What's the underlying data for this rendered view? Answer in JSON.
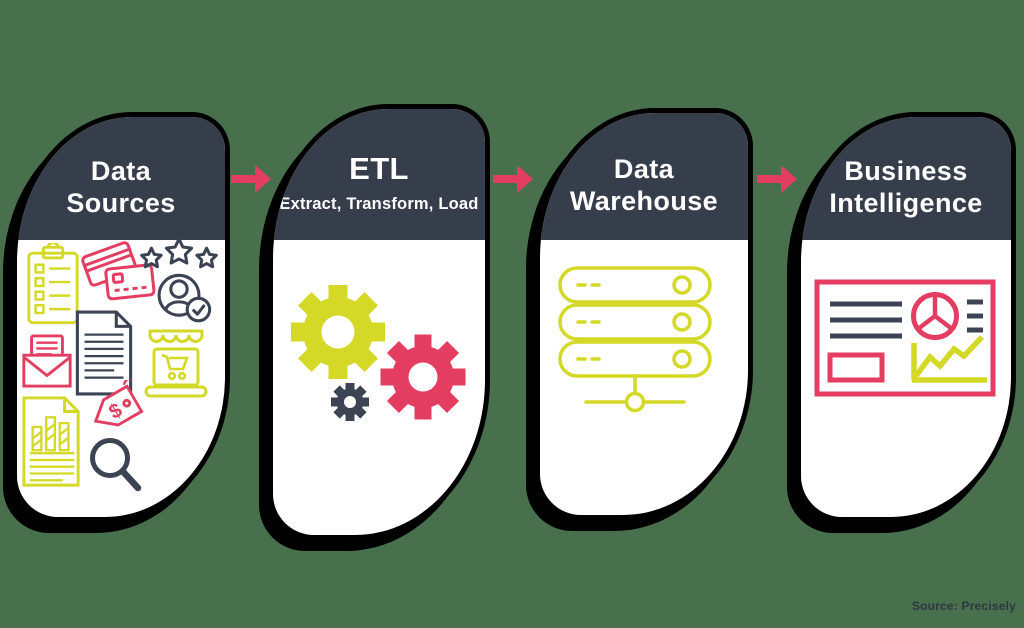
{
  "colors": {
    "background": "#48704C",
    "header": "#363D4B",
    "pink": "#E33E62",
    "yellow": "#D3D926",
    "dark": "#3C4454",
    "outline": "#000000",
    "title_text": "#FFFFFF",
    "watermark_text": "#2F3542"
  },
  "watermark": "Source: Precisely",
  "flow": {
    "arrow_count": 3,
    "stages": [
      {
        "id": "data-sources",
        "title": "Data\nSources",
        "icons": [
          "clipboard-checklist",
          "credit-cards",
          "customer-reviews",
          "document",
          "mail",
          "online-store",
          "report-chart",
          "price-tag",
          "magnifier"
        ]
      },
      {
        "id": "etl",
        "title": "ETL",
        "subtitle": "Extract, Transform, Load",
        "icons": [
          "gears"
        ]
      },
      {
        "id": "data-warehouse",
        "title": "Data\nWarehouse",
        "icons": [
          "server-stack"
        ]
      },
      {
        "id": "business-intelligence",
        "title": "Business\nIntelligence",
        "icons": [
          "bi-dashboard"
        ]
      }
    ]
  }
}
